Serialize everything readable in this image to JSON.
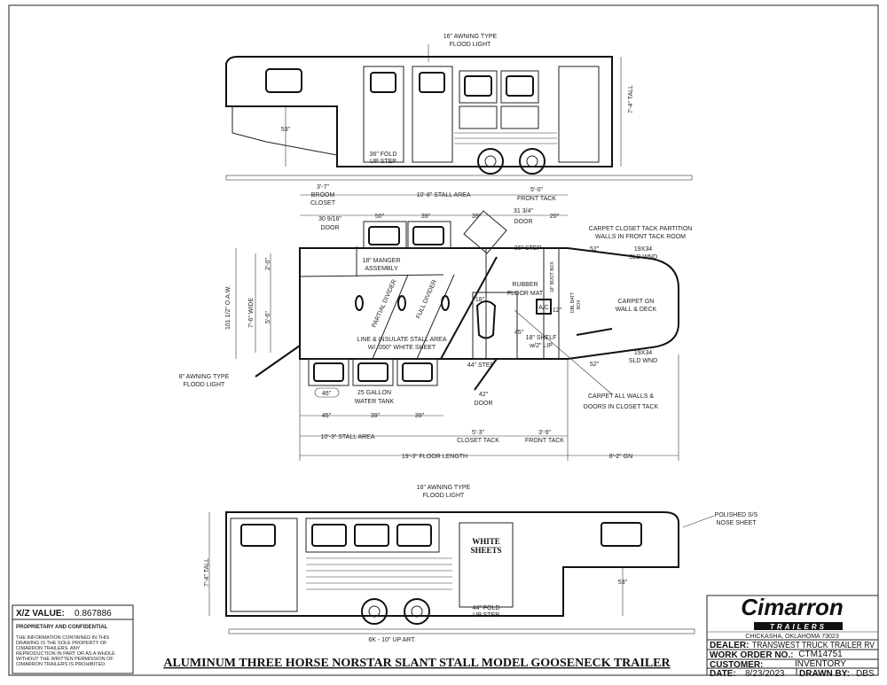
{
  "title": "ALUMINUM THREE HORSE NORSTAR SLANT STALL MODEL GOOSENECK TRAILER",
  "top_view": {
    "flood_light": [
      "16\" AWNING TYPE",
      "FLOOD LIGHT"
    ],
    "tall": "7'-4\" TALL",
    "height_53": "53\"",
    "step": [
      "36\" FOLD",
      "UP STEP"
    ]
  },
  "plan_view": {
    "broom_closet": [
      "3'-7\"",
      "BROOM",
      "CLOSET"
    ],
    "stall_area_top": "10'-8\" STALL AREA",
    "front_tack_top": [
      "5'-0\"",
      "FRONT TACK"
    ],
    "door_left": [
      "30 9/16\"",
      "DOOR"
    ],
    "dim_50": "50\"",
    "dim_39a": "39\"",
    "dim_39b": "39\"",
    "door_tack": [
      "31 3/4\"",
      "DOOR"
    ],
    "dim_20": "20\"",
    "step_36": "36\" STEP",
    "partition_note": [
      "CARPET CLOSET TACK PARTITION",
      "WALLS IN FRONT TACK ROOM"
    ],
    "dim_52_top": "52\"",
    "window_top": [
      "19X34",
      "SLD WND"
    ],
    "manger": [
      "18\" MANGER",
      "ASSEMBLY"
    ],
    "oaw": "101 1/2\" O.A.W.",
    "wide": "7'-6\" WIDE",
    "dim_2_0": "2'-0\"",
    "dim_5_6": "5'-6\"",
    "partial_divider": "PARTIAL DIVIDER",
    "full_divider": "FULL DIVIDER",
    "rubber_mat": [
      "RUBBER",
      "FLOOR MAT"
    ],
    "dim_18": "18\"",
    "ac": "A/C",
    "dim_12": "12\"",
    "boot_box": "18\" BOOT BOX",
    "batt_box": [
      "DBL BATT",
      "BOX"
    ],
    "carpet_gn": [
      "CARPET GN",
      "WALL & DECK"
    ],
    "line_insulate": [
      "LINE & INSULATE STALL AREA",
      "W/ .050\" WHITE SHEET"
    ],
    "dim_45_v": "45\"",
    "shelf": [
      "18\" SHELF",
      "w/2\" LIP"
    ],
    "flood_light_8": [
      "8\" AWNING TYPE",
      "FLOOD LIGHT"
    ],
    "step_44": "44\" STEP",
    "dim_52_bottom": "52\"",
    "window_bottom": [
      "19X34",
      "SLD WND"
    ],
    "dim_46": "46\"",
    "water_tank": [
      "25 GALLON",
      "WATER TANK"
    ],
    "door_42": [
      "42\"",
      "DOOR"
    ],
    "carpet_closet": [
      "CARPET ALL WALLS &",
      "DOORS IN CLOSET TACK"
    ],
    "dim_45": "45\"",
    "dim_39c": "39\"",
    "dim_39d": "39\"",
    "stall_area_bottom": "10'-3\" STALL AREA",
    "closet_tack": [
      "5'-3\"",
      "CLOSET TACK"
    ],
    "front_tack_bottom": [
      "3'-9\"",
      "FRONT TACK"
    ],
    "floor_length": "19'-3\" FLOOR LENGTH",
    "gn": "8'-2\" GN"
  },
  "bottom_view": {
    "flood_light": [
      "16\" AWNING TYPE",
      "FLOOD LIGHT"
    ],
    "nose_sheet": [
      "POLISHED S/S",
      "NOSE SHEET"
    ],
    "tall": "7'-4\" TALL",
    "white_sheets": [
      "WHITE",
      "SHEETS"
    ],
    "height_53": "53\"",
    "step": [
      "44\" FOLD",
      "UP STEP"
    ],
    "axle": "6K - 10\" UP ART."
  },
  "info_box": {
    "xz_label": "X/Z VALUE:",
    "xz_value": "0.867886",
    "heading": "PROPRIETARY AND CONFIDENTIAL",
    "body": [
      "THE INFORMATION CONTAINED IN THIS",
      "DRAWING IS THE SOLE PROPERTY OF",
      "CIMARRON TRAILERS.  ANY",
      "REPRODUCTION IN PART OR AS A WHOLE",
      "WITHOUT THE WRITTEN PERMISSION OF",
      "CIMARRON TRAILERS IS PROHIBITED."
    ]
  },
  "title_block": {
    "logo": "Cimarron",
    "logo_sub": "TRAILERS",
    "location": "CHICKASHA, OKLAHOMA 73023",
    "dealer_label": "DEALER:",
    "dealer": "TRANSWEST TRUCK TRAILER RV",
    "work_order_label": "WORK ORDER NO.:",
    "work_order": "CTM14751",
    "customer_label": "CUSTOMER:",
    "customer": "INVENTORY",
    "date_label": "DATE:",
    "date": "8/23/2023",
    "drawn_by_label": "DRAWN BY:",
    "drawn_by": "DBS"
  }
}
